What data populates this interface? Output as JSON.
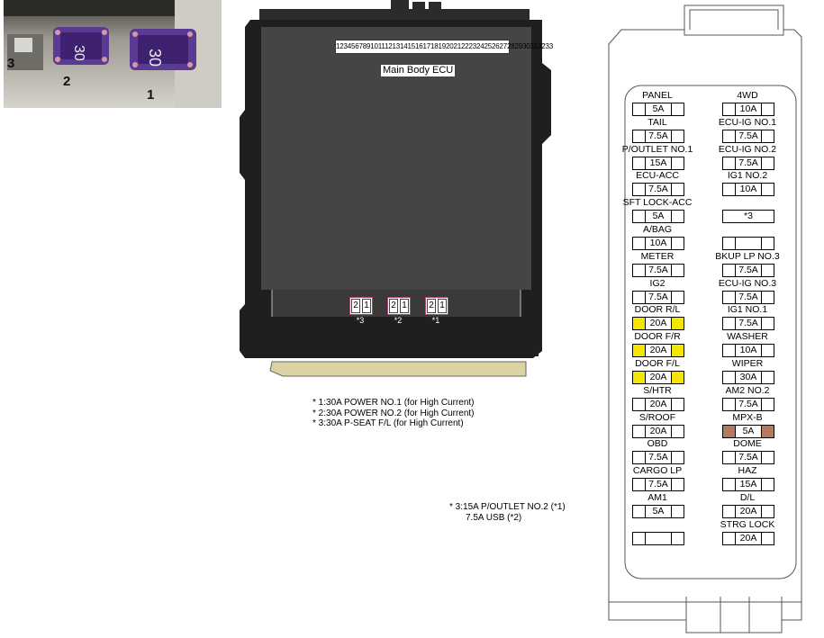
{
  "photo": {
    "callouts": [
      "3",
      "2",
      "1"
    ],
    "fuse_labels": [
      "30",
      "30"
    ]
  },
  "ecu": {
    "title": "Main Body ECU",
    "connector_pins": "123456789101112131415161718192021222324252627282930313233",
    "fuses": [
      {
        "pins": [
          "2",
          "1"
        ],
        "label": "*3"
      },
      {
        "pins": [
          "2",
          "1"
        ],
        "label": "*2"
      },
      {
        "pins": [
          "2",
          "1"
        ],
        "label": "*1"
      }
    ],
    "notes": [
      "* 1:30A POWER NO.1 (for High Current)",
      "* 2:30A POWER NO.2 (for High Current)",
      "* 3:30A P-SEAT F/L (for High Current)"
    ]
  },
  "fuse_box": {
    "note_line1": "* 3:15A P/OUTLET NO.2 (*1)",
    "note_line2": "7.5A USB (*2)",
    "highlight_yellow": "#f3e600",
    "highlight_brown": "#b47a5c",
    "left_column": [
      {
        "name": "PANEL",
        "amp": "5A"
      },
      {
        "name": "TAIL",
        "amp": "7.5A"
      },
      {
        "name": "P/OUTLET NO.1",
        "amp": "15A"
      },
      {
        "name": "ECU-ACC",
        "amp": "7.5A"
      },
      {
        "name": "SFT LOCK-ACC",
        "amp": "5A"
      },
      {
        "name": "A/BAG",
        "amp": "10A"
      },
      {
        "name": "METER",
        "amp": "7.5A"
      },
      {
        "name": "IG2",
        "amp": "7.5A"
      },
      {
        "name": "DOOR R/L",
        "amp": "20A",
        "highlight": "yellow"
      },
      {
        "name": "DOOR F/R",
        "amp": "20A",
        "highlight": "yellow"
      },
      {
        "name": "DOOR F/L",
        "amp": "20A",
        "highlight": "yellow"
      },
      {
        "name": "S/HTR",
        "amp": "20A"
      },
      {
        "name": "S/ROOF",
        "amp": "20A"
      },
      {
        "name": "OBD",
        "amp": "7.5A"
      },
      {
        "name": "CARGO LP",
        "amp": "7.5A"
      },
      {
        "name": "AM1",
        "amp": "5A"
      },
      {
        "name": "",
        "amp": ""
      }
    ],
    "right_column": [
      {
        "name": "4WD",
        "amp": "10A"
      },
      {
        "name": "ECU-IG NO.1",
        "amp": "7.5A"
      },
      {
        "name": "ECU-IG NO.2",
        "amp": "7.5A"
      },
      {
        "name": "IG1 NO.2",
        "amp": "10A"
      },
      {
        "name": "",
        "amp": "*3",
        "star": true
      },
      {
        "name": "",
        "amp": ""
      },
      {
        "name": "BKUP LP NO.3",
        "amp": "7.5A"
      },
      {
        "name": "ECU-IG NO.3",
        "amp": "7.5A"
      },
      {
        "name": "IG1 NO.1",
        "amp": "7.5A"
      },
      {
        "name": "WASHER",
        "amp": "10A"
      },
      {
        "name": "WIPER",
        "amp": "30A"
      },
      {
        "name": "AM2 NO.2",
        "amp": "7.5A"
      },
      {
        "name": "MPX-B",
        "amp": "5A",
        "highlight": "brown"
      },
      {
        "name": "DOME",
        "amp": "7.5A"
      },
      {
        "name": "HAZ",
        "amp": "15A"
      },
      {
        "name": "D/L",
        "amp": "20A"
      },
      {
        "name": "STRG LOCK",
        "amp": "20A"
      }
    ]
  }
}
